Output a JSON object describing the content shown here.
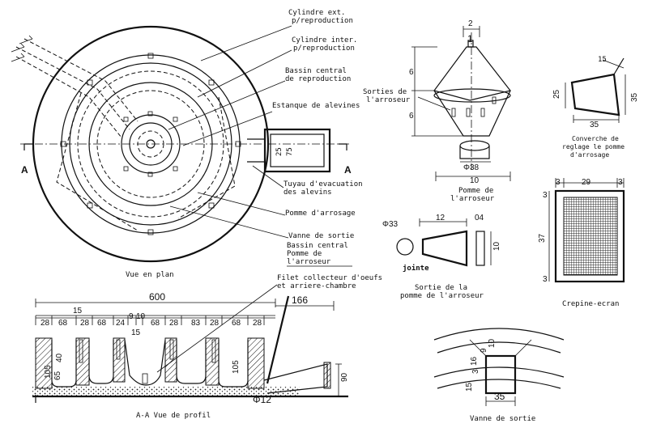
{
  "plan": {
    "caption": "Vue en plan",
    "section_mark": "A",
    "labels": {
      "cyl_ext": [
        "Cylindre ext.",
        "p/reproduction"
      ],
      "cyl_int": [
        "Cylindre inter.",
        "p/reproduction"
      ],
      "bassin_central": [
        "Bassin central",
        "de reproduction"
      ],
      "estanque": "Estanque de alevines",
      "tuyau": [
        "Tuyau d'evacuation",
        "des alevins"
      ],
      "pomme": "Pomme d'arrosage",
      "vanne": "Vanne de sortie",
      "bassin_pomme": [
        "Bassin central",
        "Pomme de",
        "l'arroseur"
      ]
    },
    "dims": {
      "d1": "25",
      "d2": "75"
    }
  },
  "pomme_arroseur": {
    "caption": [
      "Pomme de",
      "l'arroseur"
    ],
    "sorties_label": [
      "Sorties de",
      "l'arroseur"
    ],
    "dims": {
      "top": "2",
      "small": "1",
      "h1": "6",
      "h2": "6",
      "diameter": "Φ38",
      "bottom": "10"
    }
  },
  "converche": {
    "caption": [
      "Converche de",
      "reglage le pomme",
      "d'arrosage"
    ],
    "dims": {
      "angle": "15",
      "left": "25",
      "right": "35",
      "bottom": "35"
    }
  },
  "sortie_arroseur": {
    "caption": [
      "Sortie de la",
      "pomme de l'arroseur"
    ],
    "joint_label": "jointe",
    "dims": {
      "diameter": "Φ33",
      "length": "12",
      "thick": "04",
      "height": "10"
    }
  },
  "crepine": {
    "caption": "Crepine-ecran",
    "dims": {
      "left_corner": "3",
      "width": "29",
      "right_corner": "3",
      "top_corner": "3",
      "height": "37",
      "bottom_corner": "3"
    }
  },
  "profil": {
    "caption": "A-A   Vue de profil",
    "filet_label": [
      "Filet collecteur d'oeufs",
      "et arriere-chambre"
    ],
    "dims": {
      "total": "600",
      "right": "166",
      "d15": "15",
      "segments": [
        "28",
        "68",
        "28",
        "68",
        "24",
        "9",
        "10",
        "68",
        "28",
        "83",
        "28",
        "68",
        "28"
      ],
      "inner15": "15",
      "v40": "40",
      "v105": "105",
      "v65": "65",
      "v105b": "105",
      "v90": "90",
      "phi12": "Φ12"
    }
  },
  "vanne_sortie": {
    "caption": "Vanne de sortie",
    "dims": {
      "a": "15",
      "b": "3",
      "c": "16",
      "d": "9",
      "e": "10",
      "width": "35"
    }
  }
}
